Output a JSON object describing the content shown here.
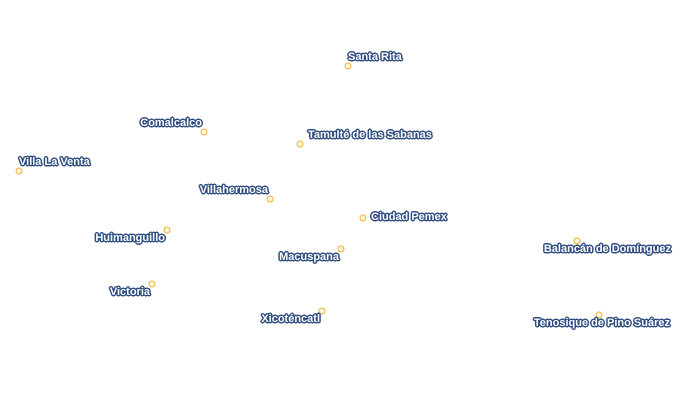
{
  "map": {
    "places": [
      {
        "id": "santa-rita",
        "name": "Santa Rita"
      },
      {
        "id": "comalcalco",
        "name": "Comalcalco"
      },
      {
        "id": "tamulte",
        "name": "Tamulté de las Sabanas"
      },
      {
        "id": "villa-la-venta",
        "name": "Villa La Venta"
      },
      {
        "id": "villahermosa",
        "name": "Villahermosa"
      },
      {
        "id": "ciudad-pemex",
        "name": "Ciudad Pemex"
      },
      {
        "id": "huimanguillo",
        "name": "Huimanguillo"
      },
      {
        "id": "balancan",
        "name": "Balancán de Domínguez"
      },
      {
        "id": "macuspana",
        "name": "Macuspana"
      },
      {
        "id": "victoria",
        "name": "Victoria"
      },
      {
        "id": "xicotencatl",
        "name": "Xicoténcatl"
      },
      {
        "id": "tenosique",
        "name": "Tenosique de Pino Suárez"
      }
    ],
    "colors": {
      "marker_stroke": "#f0b030",
      "marker_fill": "#fff7e0",
      "label_halo": "#2f4d80",
      "label_text": "#ffffff",
      "background": "#ffffff"
    }
  }
}
